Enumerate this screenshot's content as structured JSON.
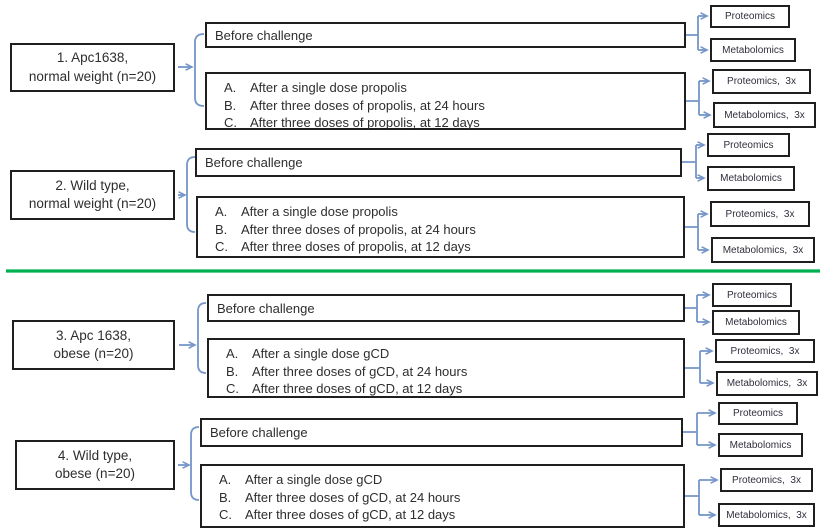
{
  "theme": {
    "connector": "#7596c8",
    "divider": "#00b050",
    "box_border": "#1f1f1f",
    "text": "#2e2e2e",
    "background": "#ffffff"
  },
  "groups": [
    {
      "label": "1. Apc1638,\nnormal weight (n=20)",
      "before_label": "Before challenge",
      "after_items": [
        {
          "letter": "A.",
          "text": "After a single dose propolis"
        },
        {
          "letter": "B.",
          "text": "After three doses of propolis, at 24 hours"
        },
        {
          "letter": "C.",
          "text": "After three doses of propolis, at 12 days"
        }
      ],
      "outputs": [
        "Proteomics",
        "Metabolomics",
        "Proteomics,  3x",
        "Metabolomics,  3x"
      ]
    },
    {
      "label": "2. Wild type,\nnormal weight (n=20)",
      "before_label": "Before challenge",
      "after_items": [
        {
          "letter": "A.",
          "text": "After a single dose propolis"
        },
        {
          "letter": "B.",
          "text": "After three doses of propolis, at 24 hours"
        },
        {
          "letter": "C.",
          "text": "After three doses of propolis, at 12 days"
        }
      ],
      "outputs": [
        "Proteomics",
        "Metabolomics",
        "Proteomics,  3x",
        "Metabolomics,  3x"
      ]
    },
    {
      "label": "3. Apc 1638,\nobese (n=20)",
      "before_label": "Before challenge",
      "after_items": [
        {
          "letter": "A.",
          "text": "After a single dose gCD"
        },
        {
          "letter": "B.",
          "text": "After three doses of gCD, at 24 hours"
        },
        {
          "letter": "C.",
          "text": "After three doses of gCD, at 12 days"
        }
      ],
      "outputs": [
        "Proteomics",
        "Metabolomics",
        "Proteomics,  3x",
        "Metabolomics,  3x"
      ]
    },
    {
      "label": "4. Wild type,\nobese (n=20)",
      "before_label": "Before challenge",
      "after_items": [
        {
          "letter": "A.",
          "text": "After a single dose gCD"
        },
        {
          "letter": "B.",
          "text": "After three doses of gCD, at 24 hours"
        },
        {
          "letter": "C.",
          "text": "After three doses of gCD, at 12 days"
        }
      ],
      "outputs": [
        "Proteomics",
        "Metabolomics",
        "Proteomics,  3x",
        "Metabolomics,  3x"
      ]
    }
  ]
}
